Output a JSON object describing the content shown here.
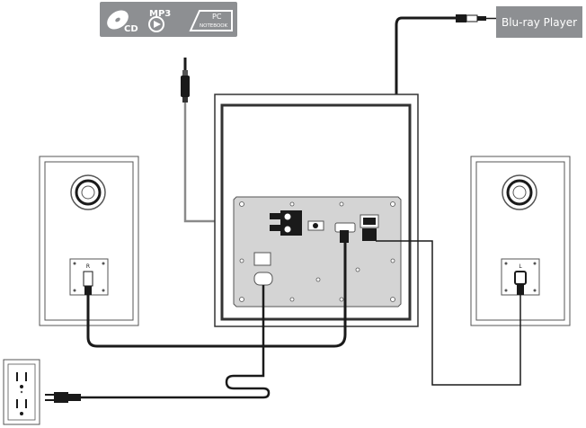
{
  "source_badges": {
    "cd": "CD",
    "mp3": "MP3",
    "pc_line1": "PC",
    "pc_line2": "NOTEBOOK"
  },
  "device_label": "Blu-ray Player",
  "speaker_labels": {
    "right": "R",
    "left": "L"
  },
  "colors": {
    "badge_bg": "#8d8f92",
    "cable": "#1a1a1a",
    "cable_grey": "#8a8a8a",
    "outline": "#333333",
    "panel": "#d4d4d4"
  },
  "icons": {
    "cd": "cd-disc-icon",
    "mp3": "mp3-player-icon",
    "pc": "notebook-icon",
    "jack": "audio-jack-icon",
    "optical": "optical-plug-icon",
    "power": "power-plug-icon",
    "outlet": "wall-outlet-icon"
  }
}
